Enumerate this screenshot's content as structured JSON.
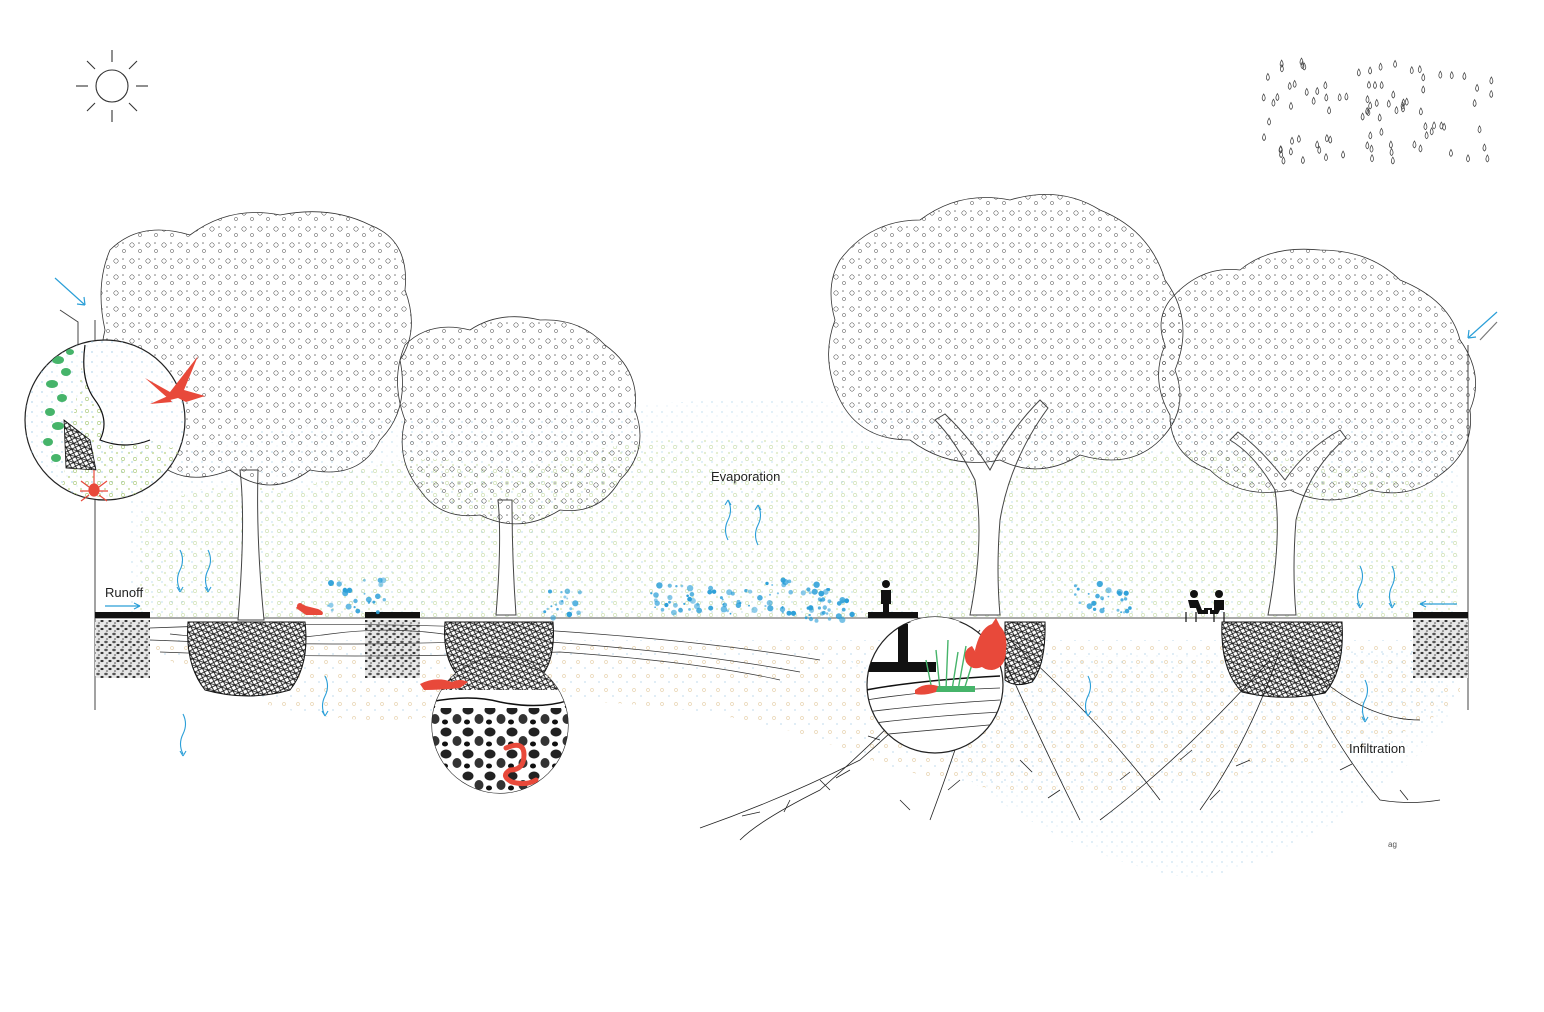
{
  "labels": {
    "runoff": "Runoff",
    "evaporation": "Evaporation",
    "infiltration": "Infiltration",
    "signature": "ag"
  },
  "icons": {
    "sun": "sun-icon",
    "rain": "rain-drops-icon",
    "bird": "bird-icon",
    "spider": "spider-icon",
    "worm": "worm-icon",
    "squirrel": "squirrel-icon",
    "person": "person-silhouette-icon",
    "seated_people": "seated-people-icon"
  },
  "colors": {
    "water": "#2b9fd8",
    "fauna": "#e8493a",
    "vegetation": "#46b46a",
    "evaporation_haze": "#dfe8b8",
    "soil_dots": "#e3c9a0",
    "ink": "#111111"
  }
}
